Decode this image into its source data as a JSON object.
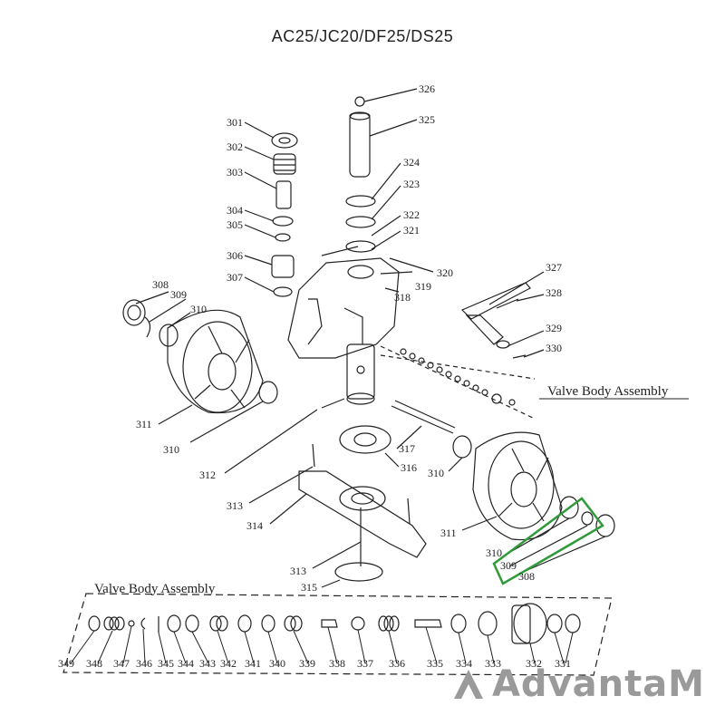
{
  "title": "AC25/JC20/DF25/DS25",
  "section_labels": {
    "valve_body_top": "Valve Body Assembly",
    "valve_body_bottom": "Valve Body Assembly"
  },
  "brand": "AdvantaM",
  "parts": {
    "p326": "326",
    "p325": "325",
    "p324": "324",
    "p323": "323",
    "p322": "322",
    "p321": "321",
    "p320": "320",
    "p319": "319",
    "p318": "318",
    "p327": "327",
    "p328": "328",
    "p329": "329",
    "p330": "330",
    "p301": "301",
    "p302": "302",
    "p303": "303",
    "p304": "304",
    "p305": "305",
    "p306": "306",
    "p307": "307",
    "p308a": "308",
    "p309a": "309",
    "p310a": "310",
    "p311a": "311",
    "p310b": "310",
    "p312": "312",
    "p313a": "313",
    "p314": "314",
    "p317": "317",
    "p316": "316",
    "p310c": "310",
    "p311b": "311",
    "p313b": "313",
    "p315": "315",
    "p310d": "310",
    "p309b": "309",
    "p308b": "308",
    "p349": "349",
    "p348": "348",
    "p347": "347",
    "p346": "346",
    "p345": "345",
    "p344": "344",
    "p343": "343",
    "p342": "342",
    "p341": "341",
    "p340": "340",
    "p339": "339",
    "p338": "338",
    "p337": "337",
    "p336": "336",
    "p335": "335",
    "p334": "334",
    "p333": "333",
    "p332": "332",
    "p331": "331"
  },
  "highlight_color": "#2e9a3a"
}
